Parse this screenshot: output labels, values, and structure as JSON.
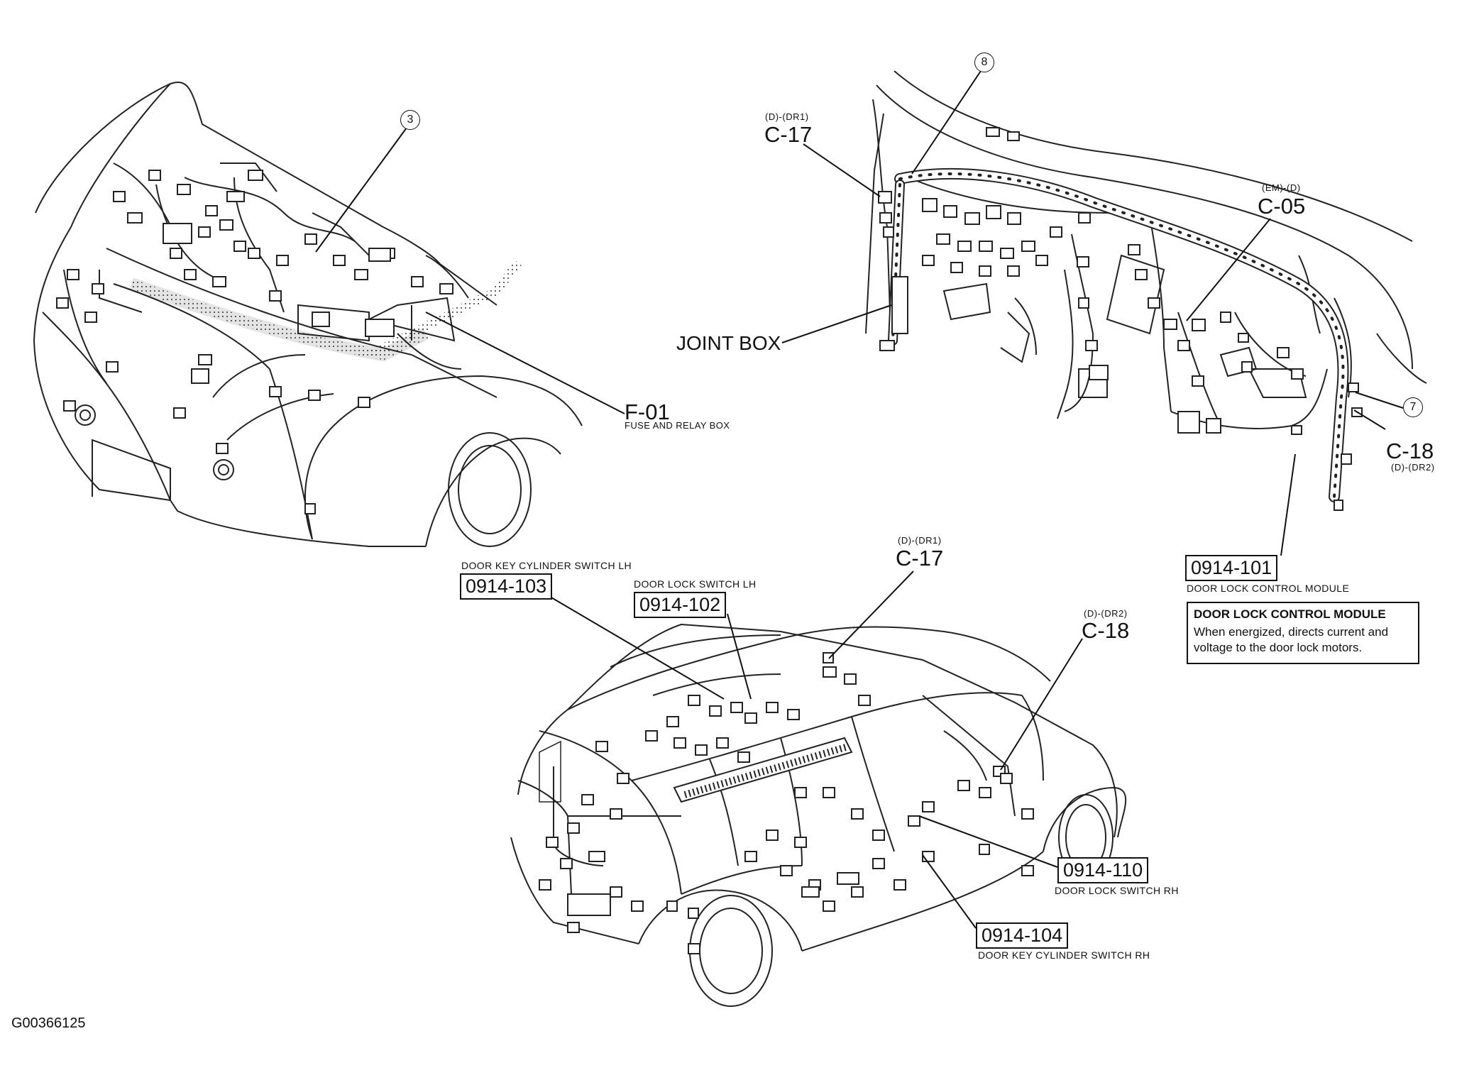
{
  "figure_id": "G00366125",
  "callouts": {
    "c3": "3",
    "c7": "7",
    "c8": "8"
  },
  "front_view": {
    "fuse_box_code": "F-01",
    "fuse_box_caption": "FUSE AND RELAY BOX"
  },
  "dash_view": {
    "c17_sub": "(D)-(DR1)",
    "c17": "C-17",
    "c05_sub": "(EM)-(D)",
    "c05": "C-05",
    "c18": "C-18",
    "c18_sub": "(D)-(DR2)",
    "joint_box": "JOINT BOX",
    "module_code": "0914-101",
    "module_caption": "DOOR LOCK CONTROL MODULE"
  },
  "info_box": {
    "title": "DOOR LOCK CONTROL MODULE",
    "line1": "When energized, directs current and",
    "line2": "voltage to the door lock motors."
  },
  "rear_view": {
    "key_lh_caption": "DOOR KEY CYLINDER SWITCH LH",
    "key_lh_code": "0914-103",
    "lock_lh_caption": "DOOR LOCK SWITCH LH",
    "lock_lh_code": "0914-102",
    "c17_sub": "(D)-(DR1)",
    "c17": "C-17",
    "c18_sub": "(D)-(DR2)",
    "c18": "C-18",
    "lock_rh_code": "0914-110",
    "lock_rh_caption": "DOOR LOCK SWITCH RH",
    "key_rh_code": "0914-104",
    "key_rh_caption": "DOOR KEY CYLINDER SWITCH RH"
  }
}
